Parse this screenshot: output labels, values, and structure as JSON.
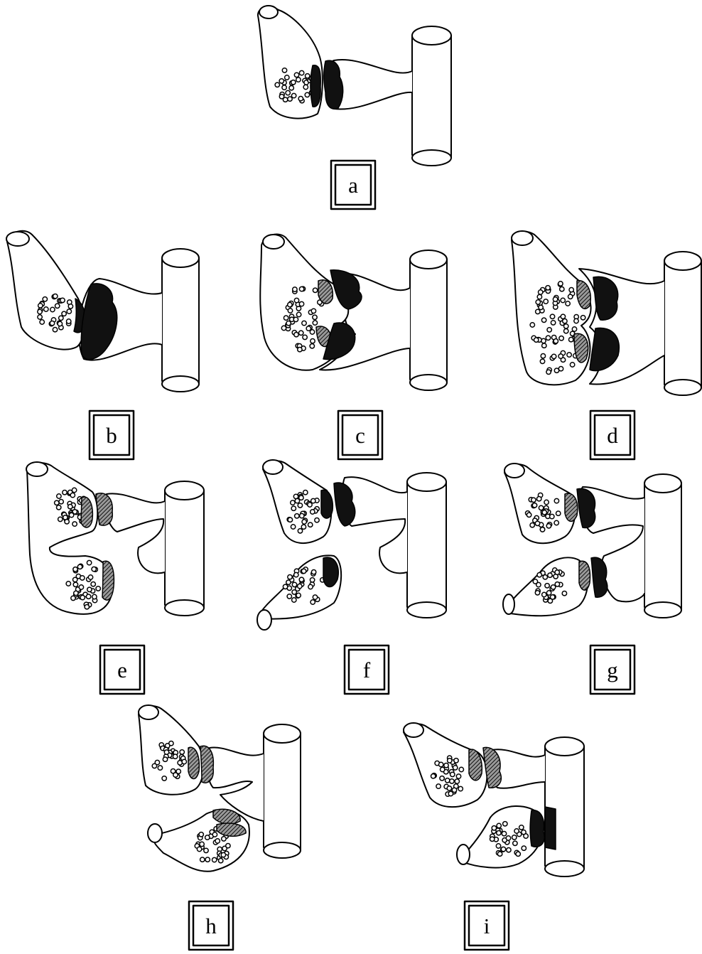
{
  "figure": {
    "panels": [
      {
        "id": "a",
        "label": "a",
        "variant": "single-synapse"
      },
      {
        "id": "b",
        "label": "b",
        "variant": "large-single-synapse"
      },
      {
        "id": "c",
        "label": "c",
        "variant": "split-synapse"
      },
      {
        "id": "d",
        "label": "d",
        "variant": "split-synapse-large"
      },
      {
        "id": "e",
        "label": "e",
        "variant": "dual-spine-single-bouton"
      },
      {
        "id": "f",
        "label": "f",
        "variant": "two-boutons-one-spine"
      },
      {
        "id": "g",
        "label": "g",
        "variant": "two-boutons-two-spines"
      },
      {
        "id": "h",
        "label": "h",
        "variant": "bouton-to-shaft-and-spine"
      },
      {
        "id": "i",
        "label": "i",
        "variant": "bouton-to-spine-and-shaft"
      }
    ],
    "colors": {
      "line": "#000000",
      "psd_dark": "#111111",
      "psd_hatched": "#3a3a3a",
      "background": "#ffffff"
    }
  }
}
